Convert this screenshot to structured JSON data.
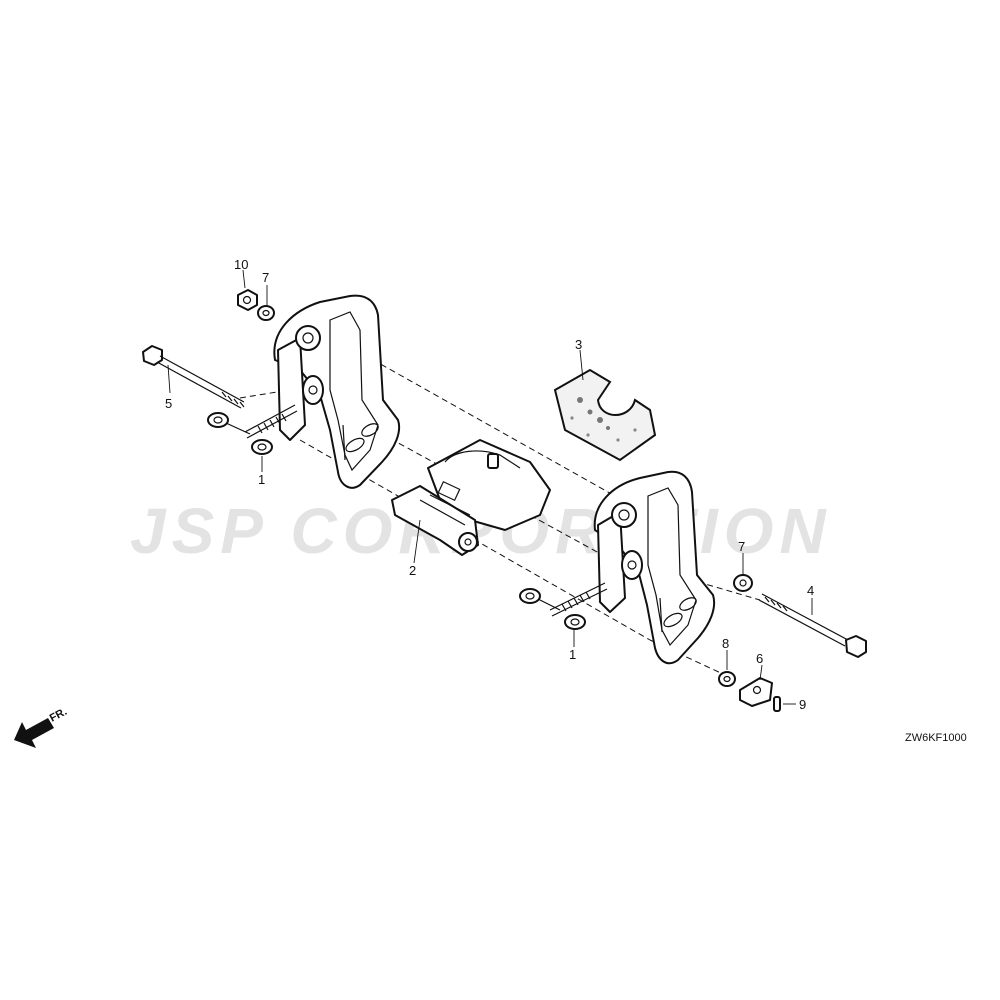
{
  "watermark": {
    "text": "JSP CORPORATION"
  },
  "callouts": {
    "c1a": "1",
    "c1b": "1",
    "c2": "2",
    "c3": "3",
    "c4": "4",
    "c5": "5",
    "c6": "6",
    "c7a": "7",
    "c7b": "7",
    "c8": "8",
    "c9": "9",
    "c10": "10"
  },
  "front_indicator": {
    "label": "FR."
  },
  "diagram_code": "ZW6KF1000"
}
